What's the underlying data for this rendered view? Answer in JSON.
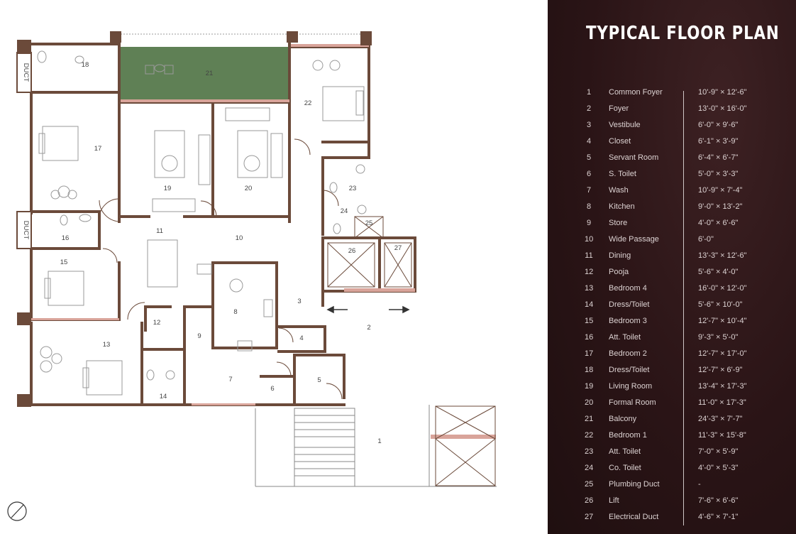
{
  "title": "TYPICAL FLOOR PLAN",
  "rooms": [
    {
      "no": "1",
      "name": "Common Foyer",
      "dims": "10'-9\" × 12'-6\""
    },
    {
      "no": "2",
      "name": "Foyer",
      "dims": "13'-0\" × 16'-0\""
    },
    {
      "no": "3",
      "name": "Vestibule",
      "dims": "6'-0\" × 9'-6\""
    },
    {
      "no": "4",
      "name": "Closet",
      "dims": "6'-1\" × 3'-9\""
    },
    {
      "no": "5",
      "name": "Servant Room",
      "dims": "6'-4\" × 6'-7\""
    },
    {
      "no": "6",
      "name": "S. Toilet",
      "dims": "5'-0\" × 3'-3\""
    },
    {
      "no": "7",
      "name": "Wash",
      "dims": "10'-9\" × 7'-4\""
    },
    {
      "no": "8",
      "name": "Kitchen",
      "dims": "9'-0\" × 13'-2\""
    },
    {
      "no": "9",
      "name": "Store",
      "dims": "4'-0\" × 6'-6\""
    },
    {
      "no": "10",
      "name": "Wide Passage",
      "dims": "6'-0\""
    },
    {
      "no": "11",
      "name": "Dining",
      "dims": "13'-3\" × 12'-6\""
    },
    {
      "no": "12",
      "name": "Pooja",
      "dims": "5'-6\" × 4'-0\""
    },
    {
      "no": "13",
      "name": "Bedroom 4",
      "dims": "16'-0\" × 12'-0\""
    },
    {
      "no": "14",
      "name": "Dress/Toilet",
      "dims": "5'-6\" × 10'-0\""
    },
    {
      "no": "15",
      "name": "Bedroom 3",
      "dims": "12'-7\" × 10'-4\""
    },
    {
      "no": "16",
      "name": "Att. Toilet",
      "dims": "9'-3\" × 5'-0\""
    },
    {
      "no": "17",
      "name": "Bedroom 2",
      "dims": "12'-7\" × 17'-0\""
    },
    {
      "no": "18",
      "name": "Dress/Toilet",
      "dims": "12'-7\" × 6'-9\""
    },
    {
      "no": "19",
      "name": "Living Room",
      "dims": "13'-4\" × 17'-3\""
    },
    {
      "no": "20",
      "name": "Formal Room",
      "dims": "11'-0\" × 17'-3\""
    },
    {
      "no": "21",
      "name": "Balcony",
      "dims": "24'-3\" × 7'-7\""
    },
    {
      "no": "22",
      "name": "Bedroom 1",
      "dims": "11'-3\" × 15'-8\""
    },
    {
      "no": "23",
      "name": "Att. Toilet",
      "dims": "7'-0\" × 5'-9\""
    },
    {
      "no": "24",
      "name": "Co. Toilet",
      "dims": "4'-0\" × 5'-3\""
    },
    {
      "no": "25",
      "name": "Plumbing Duct",
      "dims": "-"
    },
    {
      "no": "26",
      "name": "Lift",
      "dims": "7'-6\" × 6'-6\""
    },
    {
      "no": "27",
      "name": "Electrical Duct",
      "dims": "4'-6\" × 7'-1\""
    }
  ],
  "plan_labels": {
    "duct_1": "DUCT",
    "duct_2": "DUCT"
  },
  "colors": {
    "wall": "#6b4a3a",
    "balcony": "#5f8055",
    "accent_pink": "#d9a49a",
    "panel_bg": "#2a1416"
  },
  "icons": [
    "north-compass-icon",
    "arrow-left-icon",
    "arrow-right-icon"
  ]
}
